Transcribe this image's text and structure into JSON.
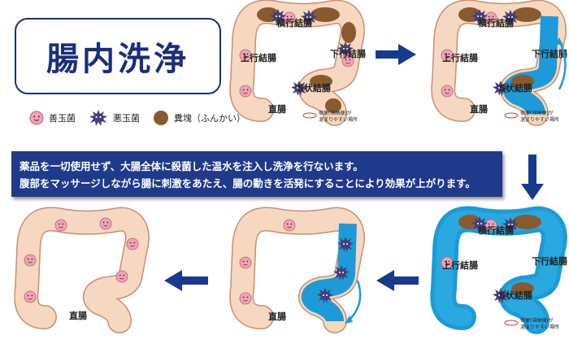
{
  "title": "腸内洗浄",
  "legend": {
    "good": "善玉菌",
    "bad": "悪玉菌",
    "stool": "糞塊（ふんかい）"
  },
  "description": {
    "line1": "薬品を一切使用せず、大腸全体に殺菌した温水を注入し洗浄を行ないます。",
    "line2": "腹部をマッサージしながら腸に刺激をあたえ、腸の動きを活発にすることにより効果が上がります。"
  },
  "labels": {
    "transverse": "横行結腸",
    "ascending": "上行結腸",
    "descending": "下行結腸",
    "sigmoid": "S状結腸",
    "rectum": "直腸",
    "note_line1": "宿便(滞納便)が",
    "note_line2": "溜まりやすい場所"
  },
  "colors": {
    "navy": "#1f3a8a",
    "arrow": "#173a8c",
    "colon": "#f5d8bf",
    "colon_edge": "#c79072",
    "stool": "#8a5a2f",
    "water": "#1c9bd8",
    "good_germ": "#f3a3b6",
    "bad_germ": "#473d78",
    "note_ring": "#d23b3b"
  }
}
